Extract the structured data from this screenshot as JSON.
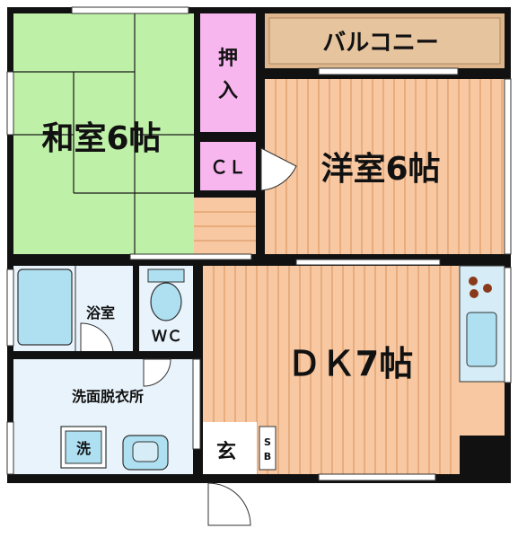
{
  "floorplan": {
    "rooms": {
      "washitsu": "和室6帖",
      "youshitsu": "洋室6帖",
      "dk": "ＤＫ7帖",
      "balcony": "バルコニー",
      "oshiire_line1": "押",
      "oshiire_line2": "入",
      "closet": "ＣＬ",
      "bath": "浴室",
      "wc": "ＷＣ",
      "senmen": "洗面脱衣所",
      "washer": "洗",
      "genkan": "玄",
      "shoebox_line1": "S",
      "shoebox_line2": "B"
    },
    "colors": {
      "tatami": "#bff0a8",
      "flooring": "#f7c8a2",
      "floor_lines": "#d98f58",
      "oshiire": "#f7b6ee",
      "balcony": "#ddb68e",
      "wet_area": "#e9f3fb",
      "fixture": "#aee0f2",
      "wall": "#111111",
      "stove_burner": "#8a3a1a"
    }
  }
}
